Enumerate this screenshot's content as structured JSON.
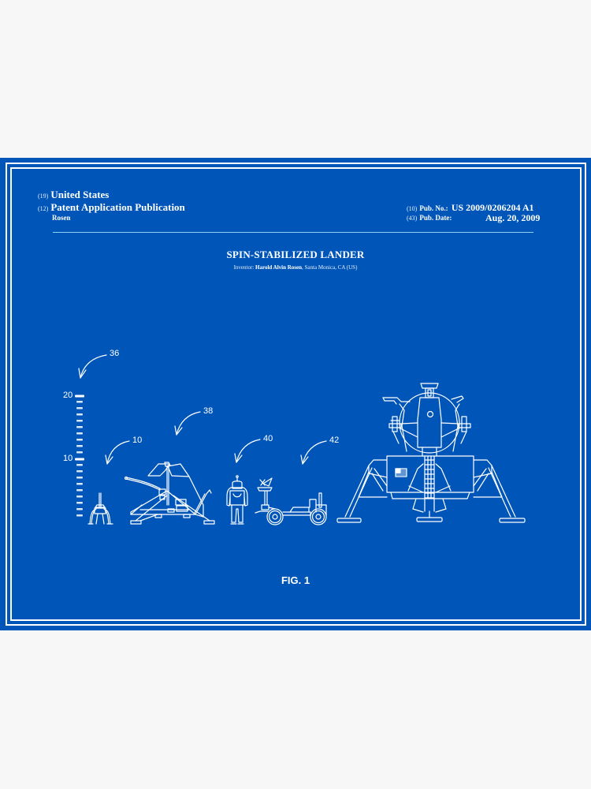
{
  "header": {
    "left": {
      "country_num": "(19)",
      "country": "United States",
      "type_num": "(12)",
      "type": "Patent Application Publication",
      "inventor_short": "Rosen"
    },
    "right": {
      "pub_no_num": "(10)",
      "pub_no_label": "Pub. No.:",
      "pub_no": "US 2009/0206204 A1",
      "pub_date_num": "(43)",
      "pub_date_label": "Pub. Date:",
      "pub_date": "Aug. 20, 2009"
    }
  },
  "title": "SPIN-STABILIZED LANDER",
  "subtitle": {
    "prefix": "Inventor: ",
    "inventor": "Harold Alvin Rosen",
    "location": ", Santa Monica, CA (US)"
  },
  "figure": {
    "label": "FIG. 1",
    "scale": {
      "top_label": "20",
      "mid_label": "10"
    },
    "references": [
      {
        "id": "36",
        "subject": "height scale"
      },
      {
        "id": "10",
        "subject": "spin-stabilized lander"
      },
      {
        "id": "38",
        "subject": "surveyor lander"
      },
      {
        "id": "40",
        "subject": "astronaut"
      },
      {
        "id": "42",
        "subject": "lunar rover"
      }
    ]
  },
  "colors": {
    "background": "#0056b8",
    "line": "#ffffff",
    "divider": "#8fd0f5",
    "page": "#f7f7f7"
  }
}
